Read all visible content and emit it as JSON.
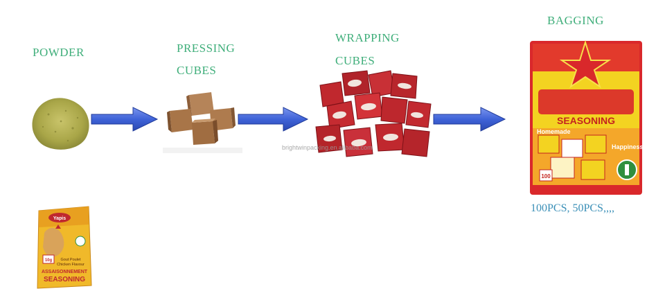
{
  "steps": {
    "powder": "POWDER",
    "pressing_line1": "PRESSING",
    "pressing_line2": "CUBES",
    "wrapping_line1": "WRAPPING",
    "wrapping_line2": "CUBES",
    "bagging": "BAGGING"
  },
  "bag_caption": "100PCS, 50PCS,,,,",
  "watermark": "brightwinpacking.en.alibaba.com",
  "sachet": {
    "brand": "Yapis",
    "line1": "Gout Poulet",
    "line2": "Chicken Flavour",
    "line3": "ASSAISONNEMENT",
    "line4": "SEASONING",
    "weight": "10g"
  },
  "bag": {
    "word1": "SEASONING",
    "word2": "Homemade",
    "word3": "Happiness",
    "badge": "100"
  },
  "colors": {
    "label": "#3fae7a",
    "arrow": "#3f63d8",
    "wrapper_red": "#c0282e",
    "bag_yellow": "#f3d321",
    "bag_red": "#d9282b"
  }
}
